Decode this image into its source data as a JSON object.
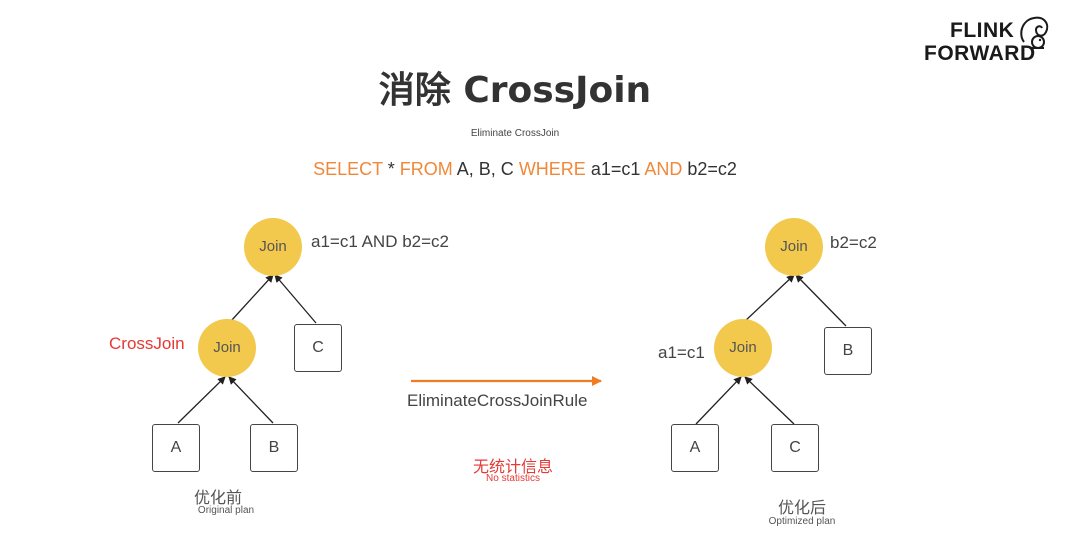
{
  "logo": {
    "line1": "FLINK",
    "line2": "FORWARD"
  },
  "title": "消除 CrossJoin",
  "subtitle": "Eliminate CrossJoin",
  "sql": {
    "kw_select": "SELECT",
    "star": " * ",
    "kw_from": "FROM",
    "tables": " A, B, C ",
    "kw_where": "WHERE",
    "cond1": " a1=c1 ",
    "kw_and": "AND",
    "cond2": " b2=c2"
  },
  "left_plan": {
    "top_join": "Join",
    "top_condition": "a1=c1 AND b2=c2",
    "inner_join": "Join",
    "crossjoin_label": "CrossJoin",
    "leaf_c": "C",
    "leaf_a": "A",
    "leaf_b": "B",
    "caption_cn": "优化前",
    "caption_en": "Original plan"
  },
  "rule": {
    "name": "EliminateCrossJoinRule",
    "note_cn": "无统计信息",
    "note_en": "No statistics",
    "arrow_color": "#f07d22"
  },
  "right_plan": {
    "top_join": "Join",
    "top_condition": "b2=c2",
    "inner_join": "Join",
    "inner_condition": "a1=c1",
    "leaf_b": "B",
    "leaf_a": "A",
    "leaf_c": "C",
    "caption_cn": "优化后",
    "caption_en": "Optimized plan"
  },
  "colors": {
    "join_node": "#f2c94c",
    "keyword": "#f0883a",
    "highlight": "#e53935"
  }
}
